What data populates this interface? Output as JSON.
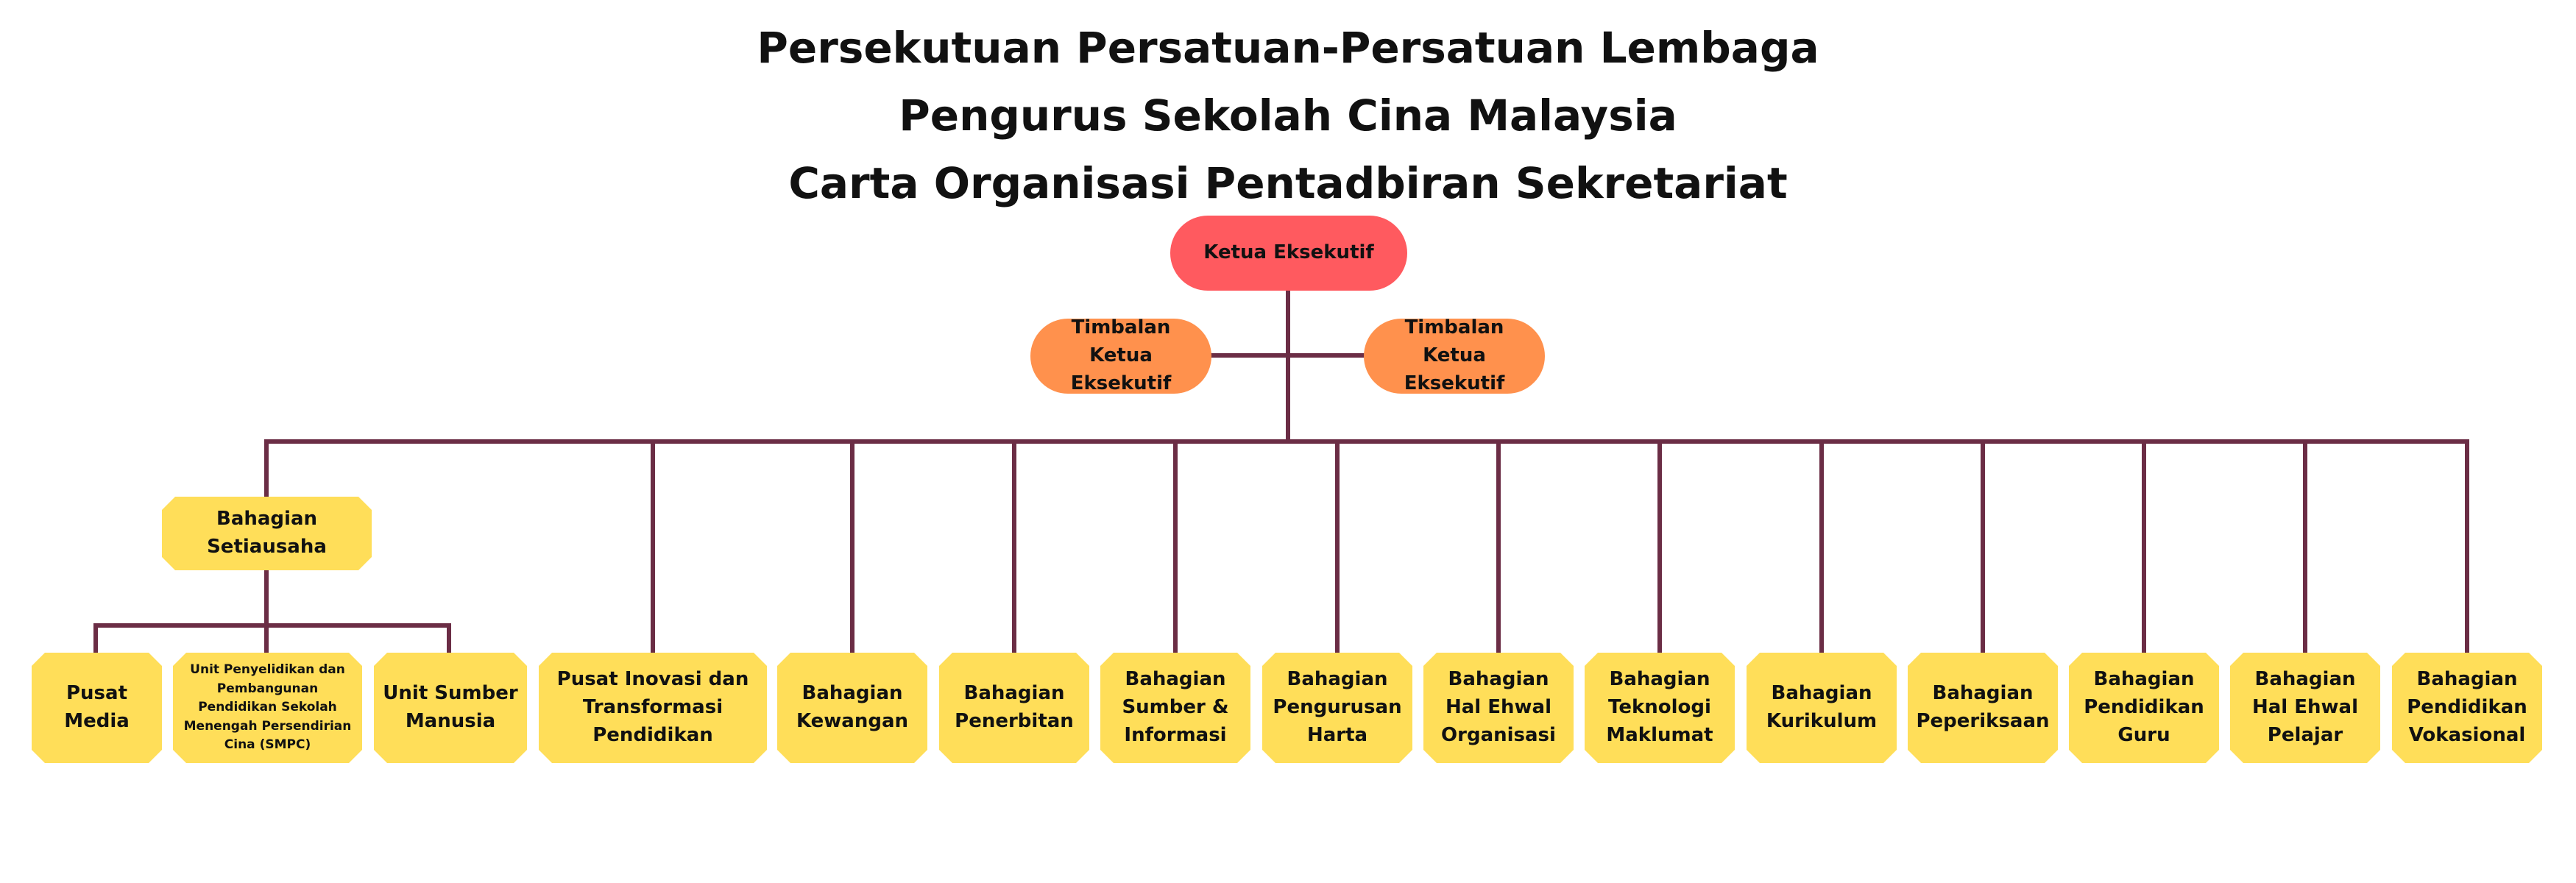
{
  "title": {
    "line1": "Persekutuan Persatuan-Persatuan Lembaga",
    "line2": "Pengurus Sekolah Cina Malaysia",
    "line3": "Carta Organisasi Pentadbiran Sekretariat"
  },
  "colors": {
    "head": "#FF5A5F",
    "deputy": "#FF914D",
    "division": "#FFDE59",
    "connector": "#6B2D45",
    "text": "#111111"
  },
  "nodes": {
    "ketua": "Ketua Eksekutif",
    "timbalan_left": "Timbalan Ketua Eksekutif",
    "timbalan_right": "Timbalan Ketua Eksekutif",
    "setiausaha": "Bahagian Setiausaha",
    "setiausaha_units": [
      "Pusat Media",
      "Unit Penyelidikan dan Pembangunan Pendidikan Sekolah Menengah Persendirian Cina (SMPC)",
      "Unit Sumber Manusia"
    ],
    "divisions": [
      "Pusat Inovasi dan Transformasi Pendidikan",
      "Bahagian Kewangan",
      "Bahagian Penerbitan",
      "Bahagian Sumber & Informasi",
      "Bahagian Pengurusan Harta",
      "Bahagian Hal Ehwal Organisasi",
      "Bahagian Teknologi Maklumat",
      "Bahagian Kurikulum",
      "Bahagian Peperiksaan",
      "Bahagian Pendidikan Guru",
      "Bahagian Hal Ehwal Pelajar",
      "Bahagian Pendidikan Vokasional"
    ]
  }
}
